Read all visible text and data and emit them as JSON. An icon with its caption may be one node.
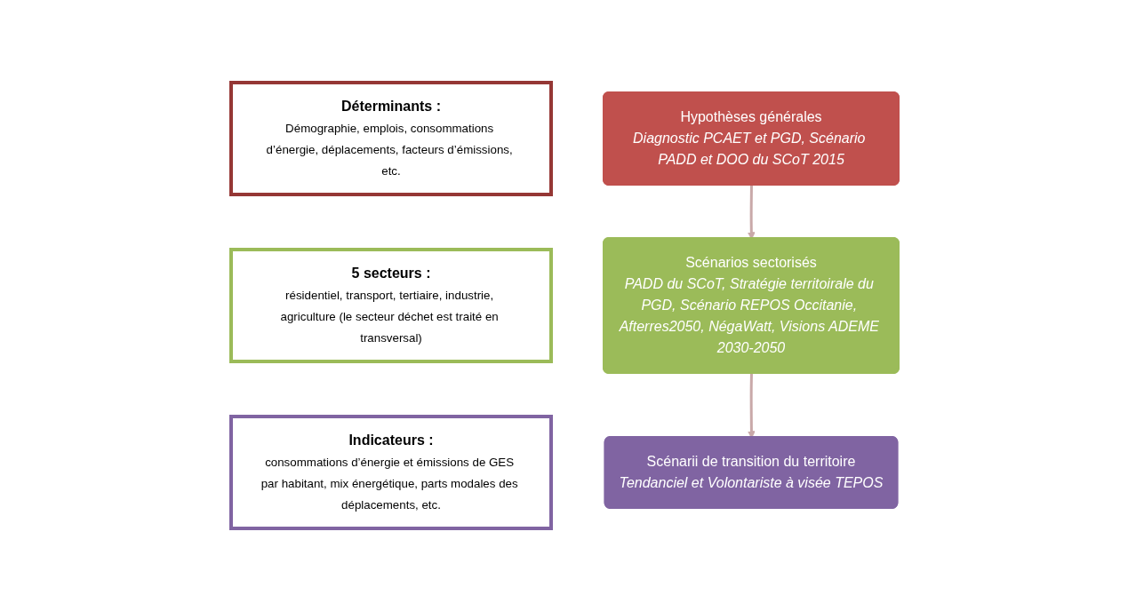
{
  "diagram": {
    "nodes": [
      {
        "text": [
          "Déterminants :",
          "Démographie, emplois, consommations d’énergie, déplacements, facteurs d’émissions, etc."
        ]
      },
      {
        "text": [
          "Hypothèses générales",
          "Diagnostic PCAET et PGD, Scénario PADD et DOO du SCoT 2015"
        ]
      },
      {
        "text": [
          "5 secteurs :",
          "résidentiel, transport, tertiaire, industrie, agriculture (le secteur déchet est traité en transversal)"
        ]
      },
      {
        "text": [
          "Scénarios sectorisés",
          "PADD du SCoT, Stratégie territoirale du PGD, Scénario REPOS Occitanie, Afterres2050, NégaWatt, Visions ADEME 2030-2050"
        ]
      },
      {
        "text": [
          "Indicateurs :",
          "consommations d’énergie et émissions de GES par habitant, mix énergétique, parts modales des déplacements, etc."
        ]
      },
      {
        "text": [
          "Scénarii de transition du territoire",
          "Tendanciel et Volontariste à visée TEPOS"
        ]
      }
    ],
    "edges": [
      {
        "from": 1,
        "to": 3,
        "arrow": "to"
      },
      {
        "from": 3,
        "to": 5,
        "arrow": "to"
      }
    ]
  }
}
